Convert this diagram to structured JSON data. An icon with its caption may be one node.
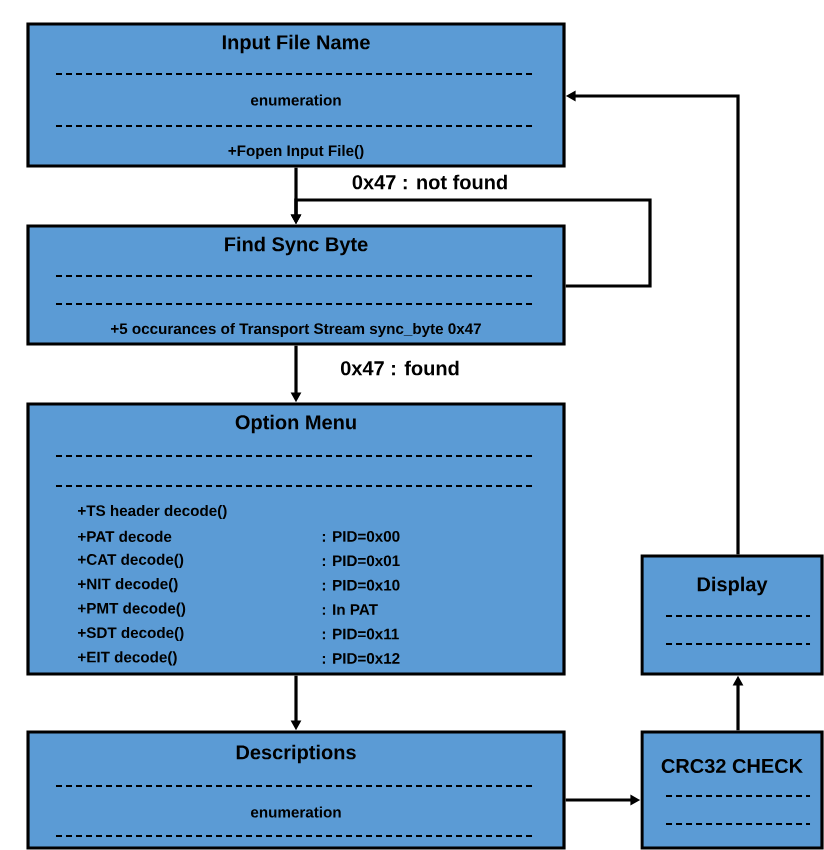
{
  "diagram": {
    "nodes": [
      {
        "text": [
          "Input File Name",
          "enumeration",
          "+Fopen Input File()"
        ]
      },
      {
        "text": [
          "Find Sync Byte",
          "+5 occurances of Transport Stream sync_byte 0x47"
        ]
      },
      {
        "text": [
          "Option Menu",
          "+TS header decode()",
          "+PAT decode",
          ": PID=0x00",
          "+CAT decode()",
          ": PID=0x01",
          "+NIT decode()",
          ": PID=0x10",
          "+PMT decode()",
          ": In PAT",
          "+SDT decode()",
          ": PID=0x11",
          "+EIT decode()",
          ": PID=0x12"
        ]
      },
      {
        "text": [
          "Descriptions",
          "enumeration"
        ]
      },
      {
        "text": [
          "Display"
        ]
      },
      {
        "text": [
          "CRC32 CHECK"
        ]
      }
    ],
    "edges": [
      {
        "from": 0,
        "to": 1,
        "arrow": "to"
      },
      {
        "from": 1,
        "to": 1,
        "arrow": "to",
        "label": "0x47 : not found"
      },
      {
        "from": 1,
        "to": 2,
        "arrow": "to",
        "label": "0x47 : found"
      },
      {
        "from": 2,
        "to": 3,
        "arrow": "to"
      },
      {
        "from": 3,
        "to": 5,
        "arrow": "to"
      },
      {
        "from": 5,
        "to": 4,
        "arrow": "to"
      },
      {
        "from": 4,
        "to": 0,
        "arrow": "to"
      }
    ]
  }
}
